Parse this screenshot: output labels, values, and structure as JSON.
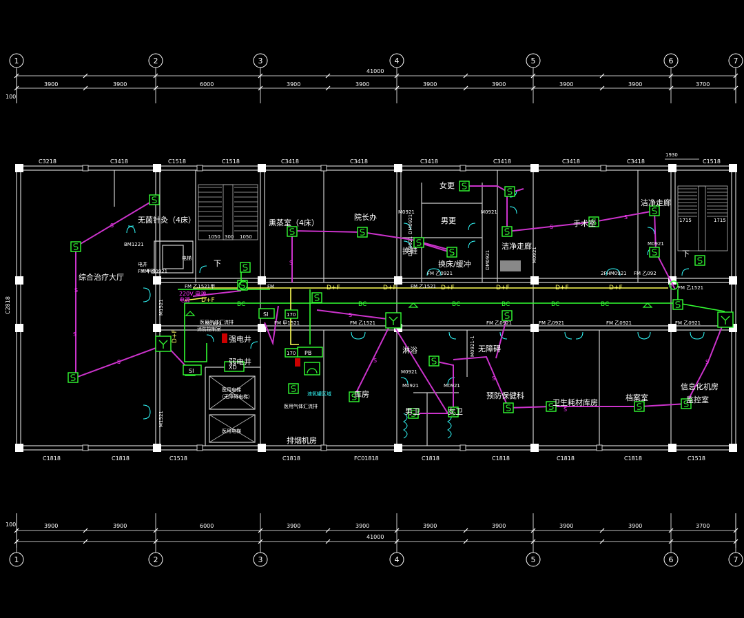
{
  "colors": {
    "background": "#000000",
    "walls": "#cfcfcf",
    "signal_line": "#cc33cc",
    "bus_line": "#33ff33",
    "power_line": "#ffff55",
    "doors": "#33ffff"
  },
  "grid_axes": [
    "1",
    "2",
    "3",
    "4",
    "5",
    "6",
    "7"
  ],
  "dimensions": {
    "total": "41000",
    "spans": [
      "3900",
      "3900",
      "6000",
      "3900",
      "3900",
      "3900",
      "3900",
      "3900",
      "3900",
      "3700"
    ],
    "side_offset": "100"
  },
  "windows_top": [
    "C3218",
    "C3418",
    "C1518",
    "C1518",
    "C3418",
    "C3418",
    "C3418",
    "C3418",
    "C3418",
    "C3418",
    "C1518"
  ],
  "windows_bottom": [
    "C1818",
    "C1818",
    "C1518",
    "C1818",
    "FC01818",
    "C1818",
    "C1818",
    "C1818",
    "C1818",
    "C1518"
  ],
  "window_side": "C2818",
  "dim_1930": "1930",
  "rooms": {
    "hall": "综合治疗大厅",
    "acupuncture": "无菌针灸（4床）",
    "steam": "熏蒸室（4床）",
    "dean": "院长办",
    "female_change": "女更",
    "male_change": "男更",
    "shoes": "换鞋",
    "bed_change": "换床/缓冲",
    "clean_corridor": "洁净走廊",
    "clean_corridor2": "洁净走廊",
    "surgery": "手术室",
    "elevator": "电梯",
    "elec_well": "强电井",
    "weak_well": "弱电井",
    "shower": "淋浴",
    "warehouse": "库房",
    "prevention": "预防保健科",
    "sanitary_store": "卫生耗材库房",
    "archive": "档案室",
    "info_room": "信息化机房",
    "monitor_room": "监控室",
    "smoke_room": "排烟机房",
    "toilet_m": "男卫",
    "toilet_f": "女卫",
    "contaminated": "无障碍",
    "down1": "下",
    "down2": "下",
    "well_small": "电井",
    "well_fm": "FM 甲级",
    "elevator_car1": "医用电梯",
    "elevator_car1_sub": "（无障碍电梯）",
    "elevator_car2": "医用电梯",
    "fire_room": "消防控制室",
    "gas_label": "医用气体汇流排",
    "gas_label2": "医用气体汇流排"
  },
  "doors": [
    "BM1221",
    "FM 乙1521甲",
    "FM 甲1521",
    "FM 乙1521",
    "FM 乙0921",
    "FM 乙0921",
    "FM 乙0921",
    "FM 乙0921",
    "FM 乙0921",
    "FM 乙0921",
    "M0921",
    "M0921",
    "M0921",
    "M0921",
    "M0921",
    "M0921",
    "M1521",
    "M1521",
    "M0921-1",
    "FM 乙1521",
    "FM 乙1521",
    "2FHM0921",
    "FM 乙092",
    "M0921",
    "DM0921",
    "DM0921",
    "DM0921",
    "M0921"
  ],
  "legend_labels": {
    "power": "220V 电源",
    "power2": "电源",
    "panel_pb": "PB",
    "panel_si1": "SI",
    "panel_si2": "SI",
    "panel_xd": "XD",
    "panel_170a": "170",
    "panel_170b": "170",
    "pipe_s": "S",
    "pipe_bc": "BC",
    "pipe_df": "D+F",
    "fm_label": "FM",
    "stair_w1": "1050",
    "stair_w2": "300",
    "stair_w3": "1050",
    "stair_r1": "1715",
    "stair_r2": "1715",
    "liquid": "液氧罐区域"
  }
}
